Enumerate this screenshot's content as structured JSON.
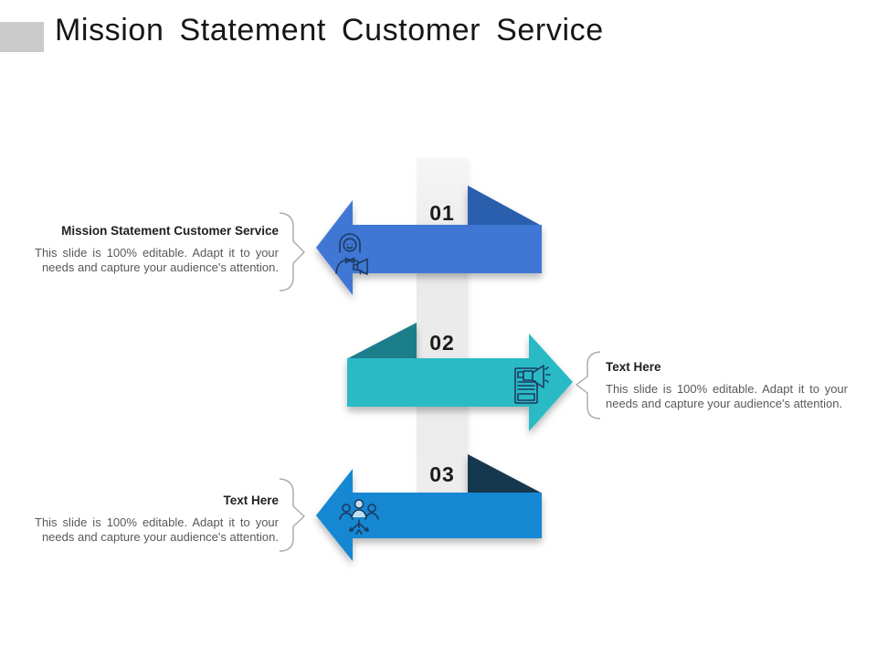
{
  "slide": {
    "title": "Mission Statement Customer Service",
    "background_color": "#FFFFFF",
    "title_accent_color": "#CBCBCB",
    "center_bar_color": "#EDEDED",
    "bracket_color": "#A9A9A9",
    "icon_stroke_color": "#1C3A5E",
    "icon_accent_color": "#BFDFF0",
    "heading_text_color": "#1F1F1F",
    "description_text_color": "#595959"
  },
  "items": [
    {
      "number": "01",
      "heading": "Mission Statement Customer Service",
      "description": "This slide is 100% editable. Adapt it to your needs and capture your audience's attention.",
      "direction": "left",
      "arrow_color": "#4077D4",
      "flap_color": "#2B5FAE",
      "icon": "customer-service-agent-icon"
    },
    {
      "number": "02",
      "heading": "Text Here",
      "description": "This slide is 100% editable. Adapt it to your needs and capture your audience's attention.",
      "direction": "right",
      "arrow_color": "#2BBAC6",
      "flap_color": "#1B7E8A",
      "icon": "announcement-document-icon"
    },
    {
      "number": "03",
      "heading": "Text Here",
      "description": "This slide is 100% editable. Adapt it to your needs and capture your audience's attention.",
      "direction": "left",
      "arrow_color": "#1587D2",
      "flap_color": "#16374F",
      "icon": "team-icon"
    }
  ]
}
